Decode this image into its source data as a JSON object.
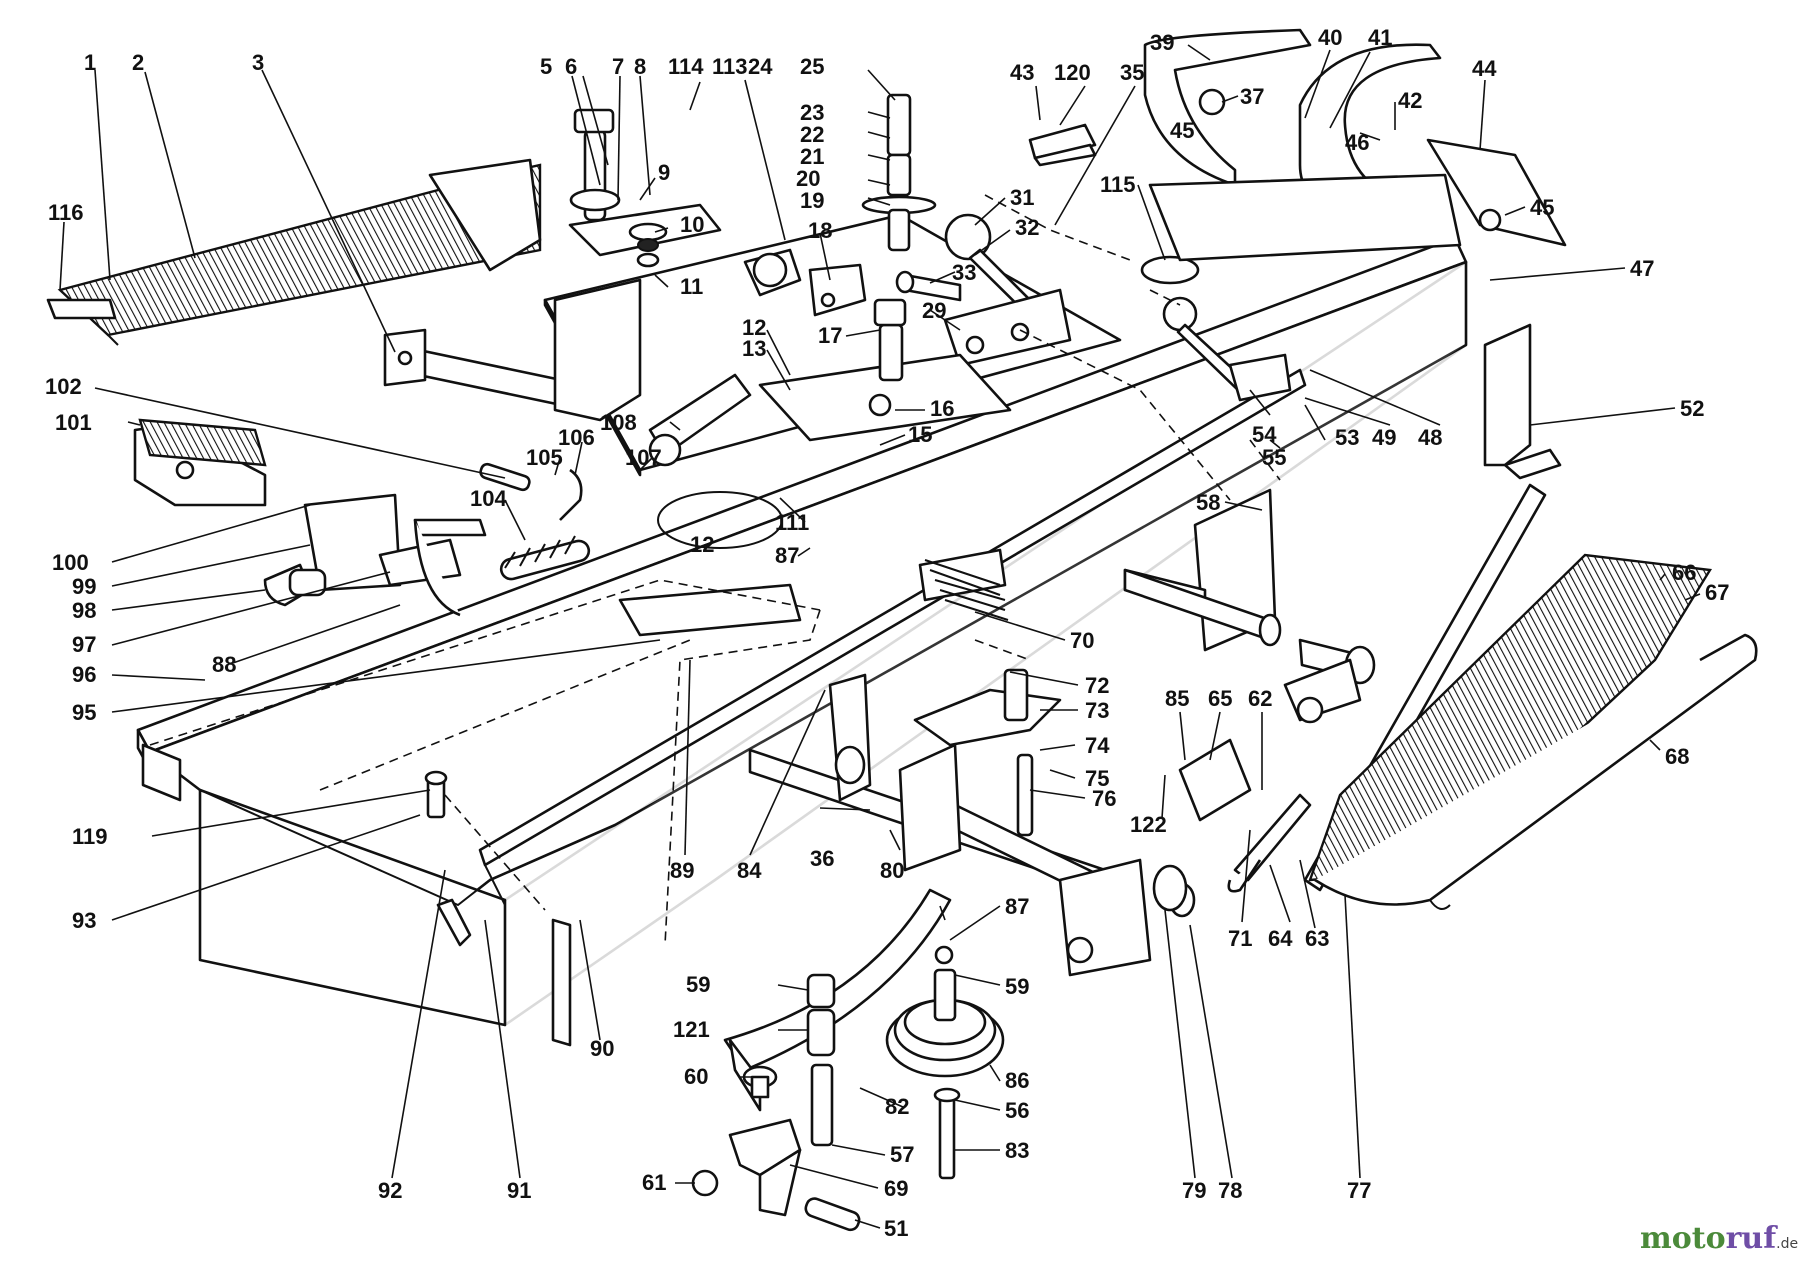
{
  "callouts": [
    "1",
    "2",
    "3",
    "5",
    "6",
    "7",
    "8",
    "114",
    "113",
    "24",
    "25",
    "23",
    "22",
    "21",
    "20",
    "19",
    "43",
    "120",
    "35",
    "39",
    "40",
    "41",
    "44",
    "37",
    "45",
    "42",
    "46",
    "116",
    "9",
    "10",
    "11",
    "18",
    "31",
    "32",
    "33",
    "29",
    "115",
    "47",
    "17",
    "12",
    "13",
    "16",
    "15",
    "102",
    "101",
    "108",
    "106",
    "105",
    "107",
    "104",
    "100",
    "99",
    "98",
    "97",
    "96",
    "95",
    "88",
    "111",
    "87",
    "53",
    "49",
    "48",
    "54",
    "55",
    "52",
    "58",
    "66",
    "67",
    "70",
    "72",
    "73",
    "74",
    "75",
    "76",
    "85",
    "65",
    "62",
    "122",
    "71",
    "64",
    "63",
    "68",
    "119",
    "93",
    "92",
    "91",
    "90",
    "89",
    "84",
    "36",
    "80",
    "79",
    "78",
    "77",
    "59",
    "121",
    "60",
    "86",
    "56",
    "82",
    "57",
    "83",
    "61",
    "69",
    "51"
  ],
  "watermark": {
    "brand_part1": "moto",
    "brand_part2": "ruf",
    "tld": ".de"
  },
  "colors": {
    "line": "#111111",
    "paper": "#ffffff",
    "wm_green": "#4b8a3a",
    "wm_purple": "#6f4ea6"
  }
}
